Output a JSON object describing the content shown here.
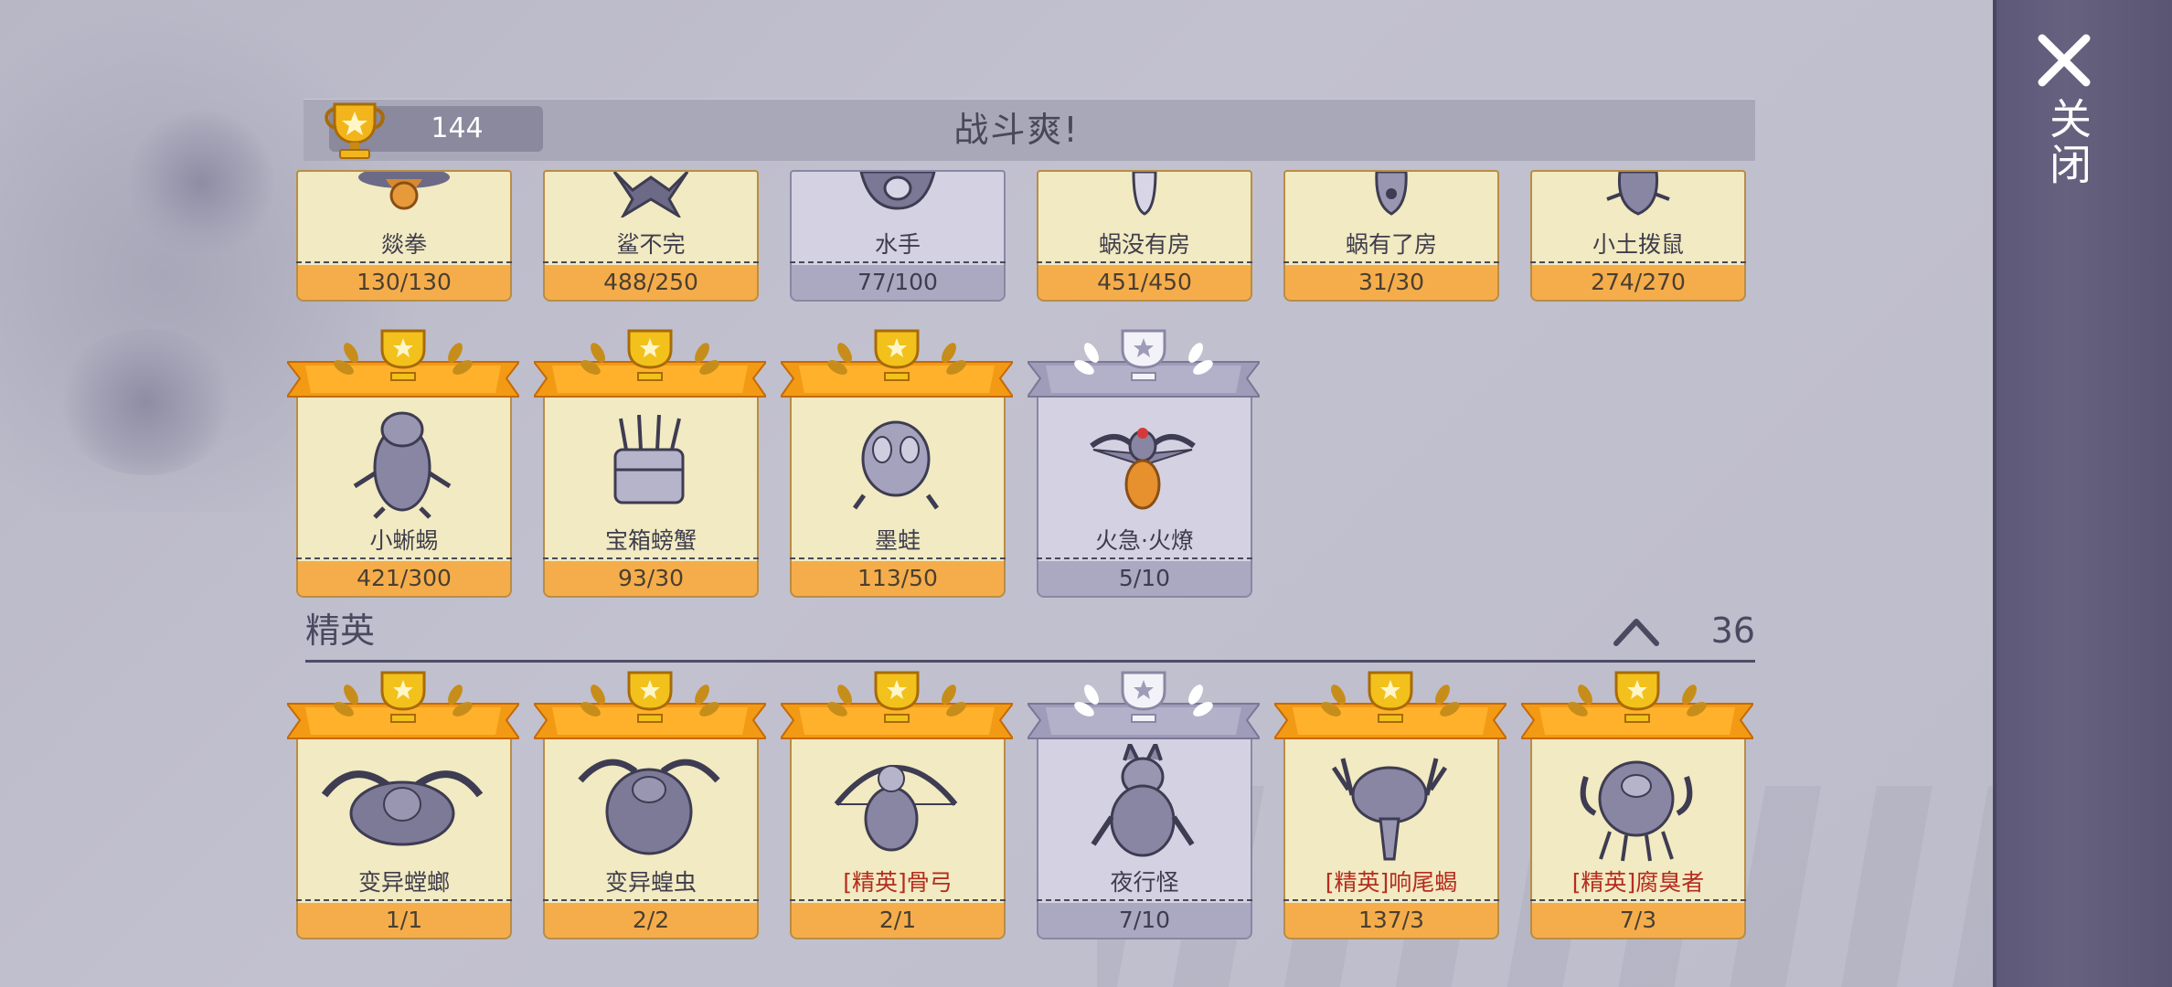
{
  "header": {
    "trophy_count": "144",
    "title": "战斗爽!"
  },
  "close": {
    "label": "关闭",
    "icon": "close-x-icon"
  },
  "rows": {
    "row1": [
      {
        "name": "燚拳",
        "count": "130/130",
        "tier": "gold",
        "elite": false
      },
      {
        "name": "鲨不完",
        "count": "488/250",
        "tier": "gold",
        "elite": false
      },
      {
        "name": "水手",
        "count": "77/100",
        "tier": "silver",
        "elite": false
      },
      {
        "name": "蜗没有房",
        "count": "451/450",
        "tier": "gold",
        "elite": false
      },
      {
        "name": "蜗有了房",
        "count": "31/30",
        "tier": "gold",
        "elite": false
      },
      {
        "name": "小土拨鼠",
        "count": "274/270",
        "tier": "gold",
        "elite": false
      }
    ],
    "row2": [
      {
        "name": "小蜥蜴",
        "count": "421/300",
        "tier": "gold",
        "elite": false
      },
      {
        "name": "宝箱螃蟹",
        "count": "93/30",
        "tier": "gold",
        "elite": false
      },
      {
        "name": "墨蛙",
        "count": "113/50",
        "tier": "gold",
        "elite": false
      },
      {
        "name": "火急·火燎",
        "count": "5/10",
        "tier": "silver",
        "elite": false
      }
    ]
  },
  "elite_section": {
    "title": "精英",
    "count": "36",
    "cards": [
      {
        "name": "变异螳螂",
        "count": "1/1",
        "tier": "gold",
        "elite": false
      },
      {
        "name": "变异蝗虫",
        "count": "2/2",
        "tier": "gold",
        "elite": false
      },
      {
        "name": "[精英]骨弓",
        "count": "2/1",
        "tier": "gold",
        "elite": true
      },
      {
        "name": "夜行怪",
        "count": "7/10",
        "tier": "silver",
        "elite": false
      },
      {
        "name": "[精英]响尾蝎",
        "count": "137/3",
        "tier": "gold",
        "elite": true
      },
      {
        "name": "[精英]腐臭者",
        "count": "7/3",
        "tier": "gold",
        "elite": true
      }
    ]
  },
  "colors": {
    "gold_card": "#f1eac2",
    "gold_count": "#f5ad4c",
    "silver_card": "#d4d2e2",
    "silver_count": "#aba8c2",
    "elite_text": "#b52c1f",
    "panel": "#5d5878"
  }
}
